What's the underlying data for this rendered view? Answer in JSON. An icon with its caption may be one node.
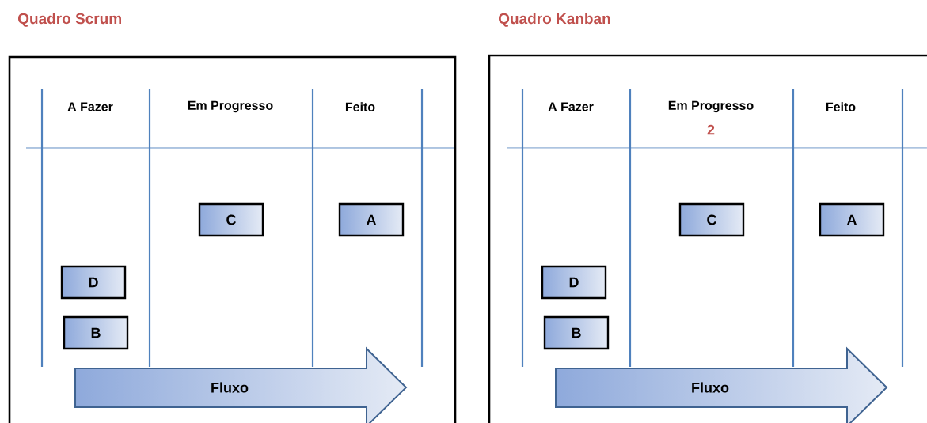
{
  "diagram": {
    "nodes": [
      {
        "text": [
          "Quadro Scrum"
        ]
      },
      {
        "text": [
          "C"
        ],
        "in": 0
      },
      {
        "text": [
          "A"
        ],
        "in": 0
      },
      {
        "text": [
          "D"
        ],
        "in": 0
      },
      {
        "text": [
          "B"
        ],
        "in": 0
      },
      {
        "text": [
          "Fluxo"
        ],
        "in": 0
      },
      {
        "text": [
          "Quadro Kanban"
        ]
      },
      {
        "text": [
          "C"
        ],
        "in": 6
      },
      {
        "text": [
          "A"
        ],
        "in": 6
      },
      {
        "text": [
          "D"
        ],
        "in": 6
      },
      {
        "text": [
          "B"
        ],
        "in": 6
      },
      {
        "text": [
          "Fluxo"
        ],
        "in": 6
      }
    ],
    "labels": [
      "A Fazer",
      "Em Progresso",
      "Feito",
      "A Fazer",
      "Em Progresso",
      "2",
      "Feito"
    ]
  }
}
